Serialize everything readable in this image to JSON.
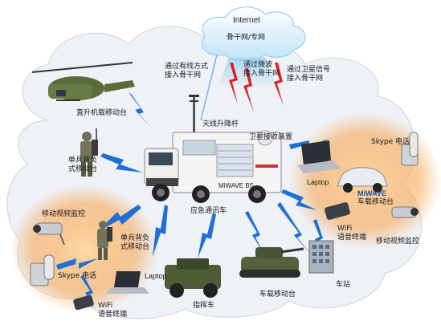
{
  "internet": {
    "title": "Internet",
    "backbone": "骨干网/专网"
  },
  "links": {
    "wired": [
      "通过有线方式",
      "接入骨干网"
    ],
    "microwave": [
      "通过微波",
      "接入骨干网"
    ],
    "satellite": [
      "通过卫星信号",
      "接入骨干网"
    ]
  },
  "nodes": {
    "helicopter": "直升机载移动台",
    "mast": "天线升降杆",
    "satellite_receiver": "卫星接收装置",
    "soldier_top": [
      "单兵背负",
      "式移动台"
    ],
    "truck_badge": "MiWAVE BS",
    "truck": "应急通讯车",
    "video_left": "移动视频监控",
    "soldier_bottom": [
      "单兵背负",
      "式移动台"
    ],
    "skype_left": "Skype 电话",
    "laptop_left": "Laptop",
    "wifi_left": [
      "WiFi",
      "语音终端"
    ],
    "jeep": "指挥车",
    "tank": "车载移动台",
    "station": "车站"
  },
  "right_cluster": {
    "skype": "Skype 电话",
    "laptop": "Laptop",
    "miwave": [
      "MiWAVE",
      "车载移动台"
    ],
    "wifi": [
      "WiFi",
      "语音终端"
    ],
    "video": "移动视频监控"
  },
  "colors": {
    "bolt": "#1f6fd6",
    "red_bolt": "#e02020",
    "cloud": "#eef1f6",
    "cloud_edge": "#d3d9e3",
    "orange_glow": "#f7a24a"
  }
}
